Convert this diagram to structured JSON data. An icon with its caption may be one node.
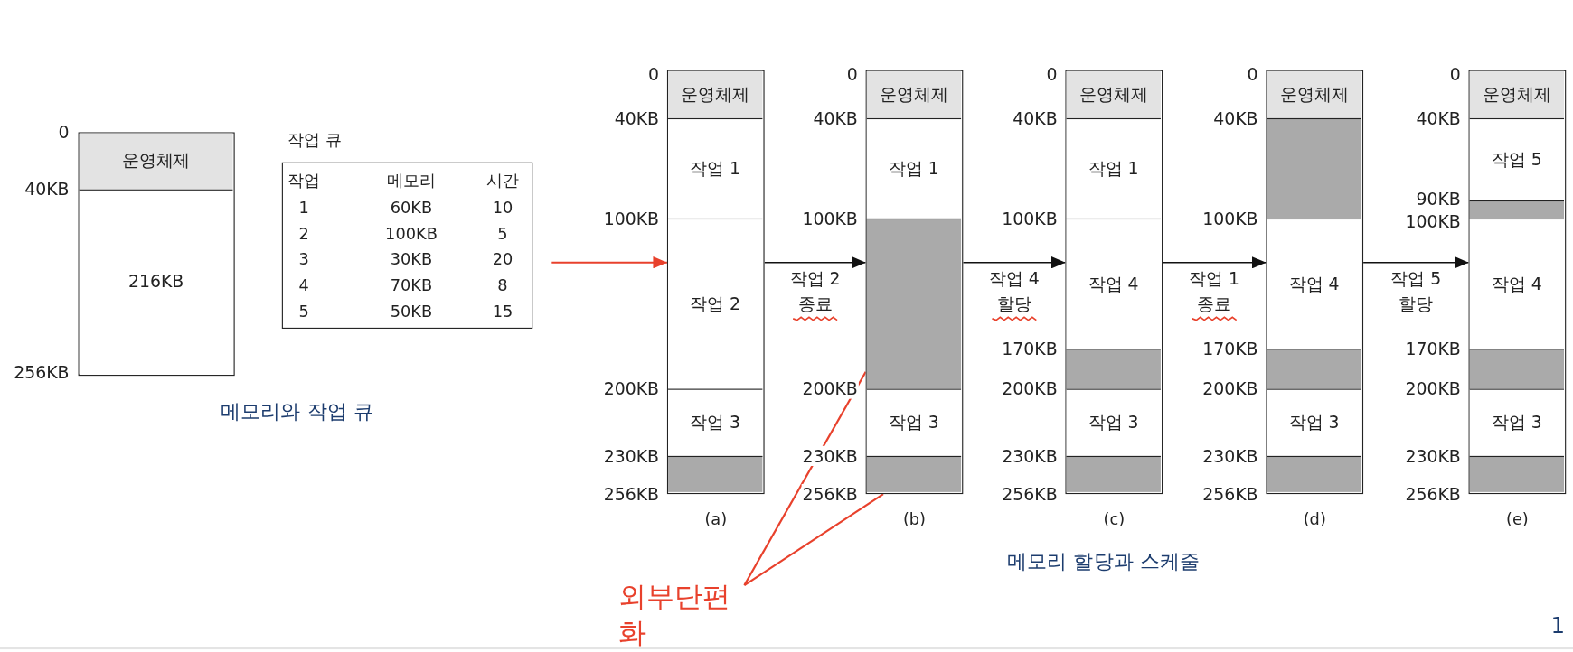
{
  "diagram": {
    "nodes": [
      {
        "text": [],
        "shape": "box"
      },
      {
        "text": [
          "운영체제"
        ],
        "in": 0
      },
      {
        "text": [
          "216KB"
        ],
        "in": 0
      },
      {
        "text": [
          "작업 큐"
        ]
      },
      {
        "text": [],
        "shape": "box",
        "beside": [
          "(a)"
        ]
      },
      {
        "text": [
          "운영체제"
        ],
        "in": 4
      },
      {
        "text": [
          "작업 1"
        ],
        "in": 4
      },
      {
        "text": [
          "작업 2"
        ],
        "in": 4
      },
      {
        "text": [
          "작업 3"
        ],
        "in": 4
      },
      {
        "text": [],
        "shape": "bar",
        "in": 4
      },
      {
        "text": [],
        "shape": "box",
        "beside": [
          "(b)"
        ]
      },
      {
        "text": [
          "운영체제"
        ],
        "in": 10
      },
      {
        "text": [
          "작업 1"
        ],
        "in": 10
      },
      {
        "text": [],
        "shape": "bar",
        "in": 10
      },
      {
        "text": [
          "작업 3"
        ],
        "in": 10
      },
      {
        "text": [],
        "shape": "bar",
        "in": 10
      },
      {
        "text": [],
        "shape": "box",
        "beside": [
          "(c)"
        ]
      },
      {
        "text": [
          "운영체제"
        ],
        "in": 16
      },
      {
        "text": [
          "작업 1"
        ],
        "in": 16
      },
      {
        "text": [
          "작업 4"
        ],
        "in": 16
      },
      {
        "text": [],
        "shape": "bar",
        "in": 16
      },
      {
        "text": [
          "작업 3"
        ],
        "in": 16
      },
      {
        "text": [],
        "shape": "bar",
        "in": 16
      },
      {
        "text": [],
        "shape": "box",
        "beside": [
          "(d)"
        ]
      },
      {
        "text": [
          "운영체제"
        ],
        "in": 23
      },
      {
        "text": [],
        "shape": "bar",
        "in": 23
      },
      {
        "text": [
          "작업 4"
        ],
        "in": 23
      },
      {
        "text": [],
        "shape": "bar",
        "in": 23
      },
      {
        "text": [
          "작업 3"
        ],
        "in": 23
      },
      {
        "text": [],
        "shape": "bar",
        "in": 23
      },
      {
        "text": [],
        "shape": "box",
        "beside": [
          "(e)"
        ]
      },
      {
        "text": [
          "운영체제"
        ],
        "in": 30
      },
      {
        "text": [
          "작업 5"
        ],
        "in": 30
      },
      {
        "text": [],
        "shape": "bar",
        "in": 30
      },
      {
        "text": [
          "작업 4"
        ],
        "in": 30
      },
      {
        "text": [],
        "shape": "bar",
        "in": 30
      },
      {
        "text": [
          "작업 3"
        ],
        "in": 30
      },
      {
        "text": [],
        "shape": "bar",
        "in": 30
      },
      {
        "text": [
          "외부단편화"
        ]
      }
    ],
    "edges": [
      {
        "from": null,
        "to": 4,
        "arrow": "to",
        "color": "#e8412c"
      },
      {
        "from": 4,
        "to": 10,
        "arrow": "to",
        "label": "작업 2 종료"
      },
      {
        "from": 10,
        "to": 16,
        "arrow": "to",
        "label": "작업 4 할당"
      },
      {
        "from": 16,
        "to": 23,
        "arrow": "to",
        "label": "작업 1 종료"
      },
      {
        "from": 23,
        "to": 30,
        "arrow": "to",
        "label": "작업 5 할당"
      },
      {
        "from": 38,
        "to": 13,
        "arrow": "none",
        "color": "#e8412c"
      },
      {
        "from": 38,
        "to": 15,
        "arrow": "none",
        "color": "#e8412c"
      }
    ],
    "labels": [
      "0",
      "40KB",
      "256KB",
      "작업",
      "메모리",
      "시간",
      "1",
      "60KB",
      "10",
      "2",
      "100KB",
      "5",
      "3",
      "30KB",
      "20",
      "4",
      "70KB",
      "8",
      "5",
      "50KB",
      "15",
      "메모리와 작업 큐",
      "0",
      "40KB",
      "100KB",
      "200KB",
      "230KB",
      "256KB",
      "0",
      "40KB",
      "100KB",
      "200KB",
      "230KB",
      "256KB",
      "0",
      "40KB",
      "100KB",
      "170KB",
      "200KB",
      "230KB",
      "256KB",
      "0",
      "40KB",
      "100KB",
      "170KB",
      "200KB",
      "230KB",
      "256KB",
      "0",
      "40KB",
      "90KB",
      "100KB",
      "170KB",
      "200KB",
      "230KB",
      "256KB",
      "메모리 할당과 스케줄",
      "1"
    ]
  }
}
